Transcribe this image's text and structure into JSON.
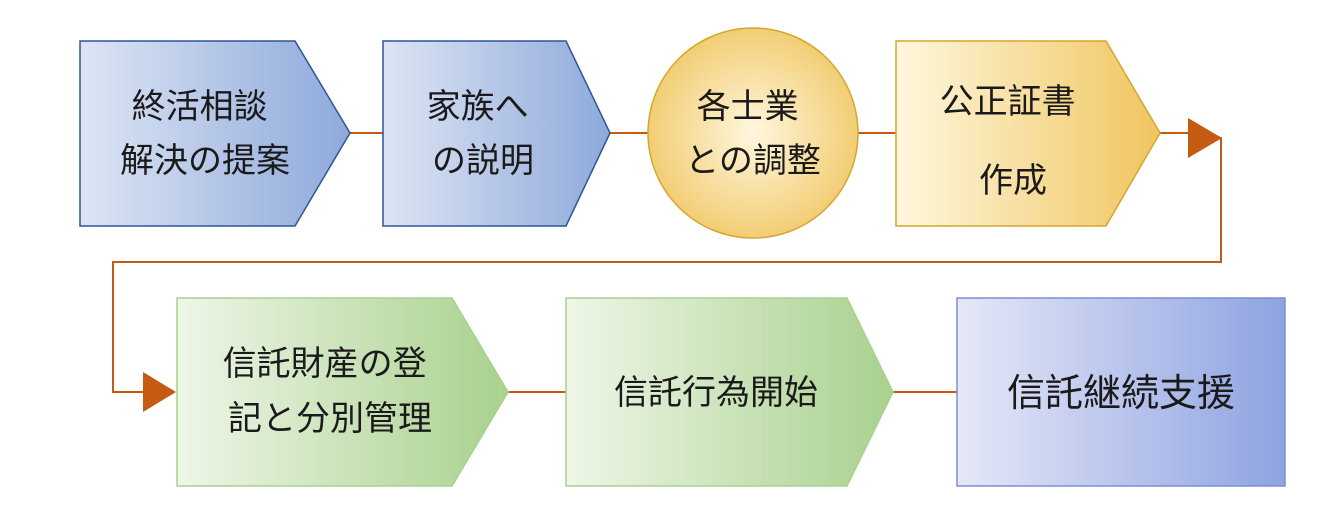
{
  "diagram": {
    "steps": [
      {
        "id": "step1",
        "lines": [
          "終活相談",
          "解決の提案"
        ]
      },
      {
        "id": "step2",
        "lines": [
          "家族へ",
          "の説明"
        ]
      },
      {
        "id": "step3",
        "lines": [
          "各士業",
          "との調整"
        ]
      },
      {
        "id": "step4",
        "lines": [
          "公正証書",
          "作成"
        ]
      },
      {
        "id": "step5",
        "lines": [
          "信託財産の登",
          "記と分別管理"
        ]
      },
      {
        "id": "step6",
        "lines": [
          "信託行為開始"
        ]
      },
      {
        "id": "step7",
        "lines": [
          "信託継続支援"
        ]
      }
    ]
  },
  "colors": {
    "connector": "#c55a11",
    "blue_light": "#dde5f4",
    "blue_dark": "#8ea9db",
    "blue_stroke": "#2f5597",
    "gold_light": "#fff7de",
    "gold_dark": "#f0c560",
    "gold_stroke": "#d4a72c",
    "green_light": "#eef6e8",
    "green_dark": "#a9d18e",
    "green_stroke": "#a9d18e",
    "lavender_light": "#e6e8f8",
    "lavender_dark": "#8ea3e0",
    "lavender_stroke": "#7b8fd0"
  }
}
